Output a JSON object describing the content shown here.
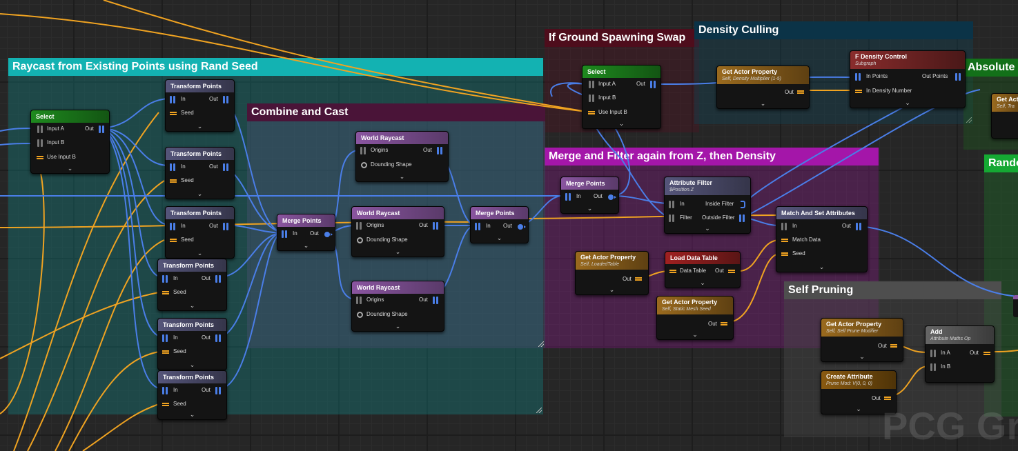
{
  "comments": {
    "raycast": "Raycast from Existing Points using Rand Seed",
    "combine": "Combine and Cast",
    "ground": "If Ground Spawning Swap",
    "density": "Density Culling",
    "merge_filter": "Merge and Filter again from Z, then Density",
    "absolute": "Absolute C",
    "random": "Rando",
    "self_pruning": "Self Pruning"
  },
  "nodes": {
    "select": {
      "title": "Select",
      "input_a": "Input A",
      "input_b": "Input B",
      "use_input_b": "Use Input B",
      "out": "Out"
    },
    "select2": {
      "title": "Select",
      "input_a": "Input A",
      "input_b": "Input B",
      "use_input_b": "Use Input B",
      "out": "Out"
    },
    "transform": {
      "title": "Transform Points",
      "in": "In",
      "out": "Out",
      "seed": "Seed"
    },
    "merge": {
      "title": "Merge Points",
      "in": "In",
      "out": "Out"
    },
    "raycast": {
      "title": "World Raycast",
      "origins": "Origins",
      "out": "Out",
      "bounding": "Dounding Shape"
    },
    "get_density_mult": {
      "title": "Get Actor Property",
      "sub": "Self, Density Multiplier (1-5)",
      "out": "Out"
    },
    "density_control": {
      "title": "F Density Control",
      "sub": "Subgraph",
      "in_points": "In Points",
      "out_points": "Out Points",
      "in_density": "In Density Number"
    },
    "get_actor_partial": {
      "title": "Get Act",
      "sub": "Self, Tra"
    },
    "attr_filter": {
      "title": "Attribute Filter",
      "sub": "$Position.Z",
      "in": "In",
      "filter": "Filter",
      "inside": "Inside Filter",
      "outside": "Outside Filter"
    },
    "match_set": {
      "title": "Match And Set Attributes",
      "in": "In",
      "out": "Out",
      "match": "Match Data",
      "seed": "Seed"
    },
    "get_loaded_table": {
      "title": "Get Actor Property",
      "sub": "Self, LoadedTable",
      "out": "Out"
    },
    "load_table": {
      "title": "Load Data Table",
      "table": "Data Table",
      "out": "Out"
    },
    "get_mesh_seed": {
      "title": "Get Actor Property",
      "sub": "Self, Static Mesh Seed",
      "out": "Out"
    },
    "get_prune_mod": {
      "title": "Get Actor Property",
      "sub": "Self, Self Prune Modifier",
      "out": "Out"
    },
    "create_attr": {
      "title": "Create Attribute",
      "sub": "Prune Mod: V(0, 0, 0)",
      "out": "Out"
    },
    "add": {
      "title": "Add",
      "sub": "Attribute Maths Op",
      "in_a": "In A",
      "in_b": "In B",
      "out": "Out"
    }
  },
  "chevron": "⌄",
  "watermark": "PCG Gra",
  "colors": {
    "teal_title": "#13b2b2",
    "teal_body": "#1f4848",
    "purple_title": "#4a1438",
    "magenta_title": "#a416a9",
    "maroon_title": "#4e0d1c",
    "navy_title": "#0b3347",
    "green_title": "#137019",
    "bright_green_title": "#15a833",
    "grey_title": "#4e4e4e",
    "pin_points": "#4a7ee8",
    "pin_attribute": "#f0a321",
    "node_select": "#1e8a1e",
    "node_transform": "#55557a",
    "node_merge": "#8a55a0",
    "node_get_property": "#9a6a1e",
    "node_subgraph": "#8a2c2c",
    "node_load": "#a02020",
    "node_create": "#8a5a10",
    "node_add": "#666666"
  }
}
